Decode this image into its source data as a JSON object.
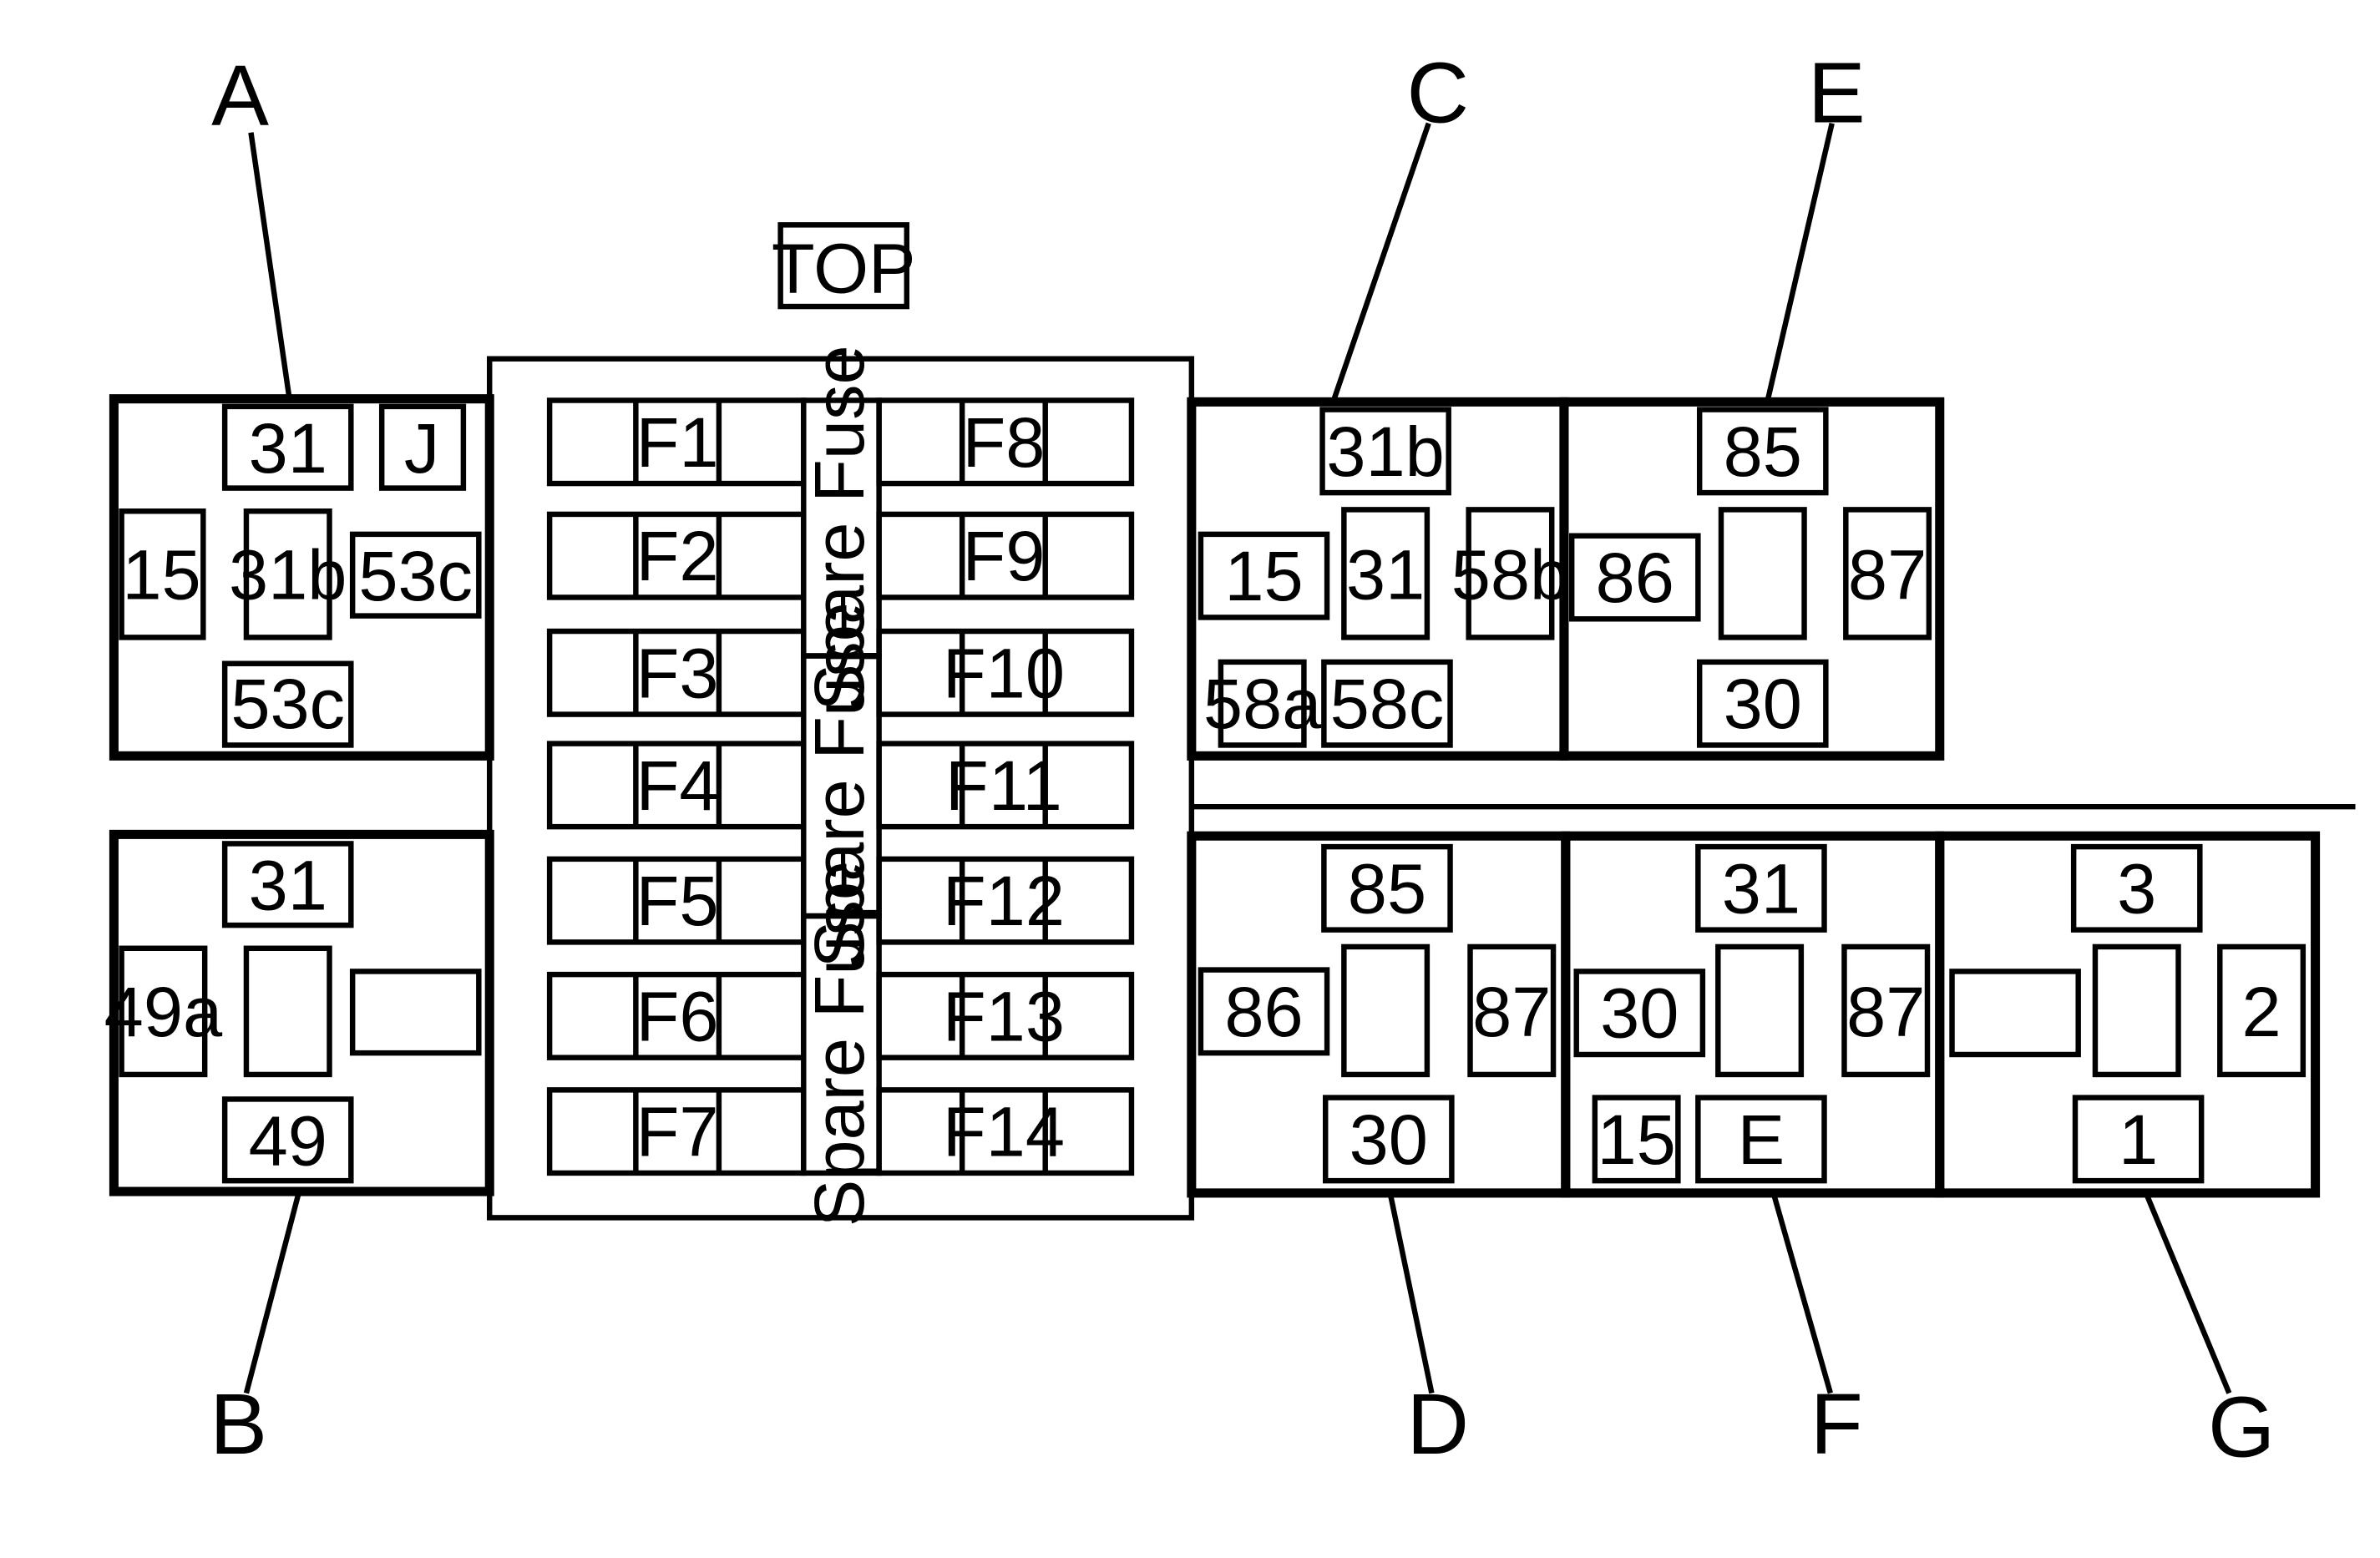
{
  "callouts": {
    "a": "A",
    "b": "B",
    "c": "C",
    "d": "D",
    "e": "E",
    "f": "F",
    "g": "G"
  },
  "top_label": "TOP",
  "block_a": {
    "t31": "31",
    "j": "J",
    "t15": "15",
    "t31b": "31b",
    "t53c_right": "53c",
    "t53c_bottom": "53c"
  },
  "block_b": {
    "t31": "31",
    "t49a": "49a",
    "t49": "49"
  },
  "fuses": {
    "left": [
      "F1",
      "F2",
      "F3",
      "F4",
      "F5",
      "F6",
      "F7"
    ],
    "right": [
      "F8",
      "F9",
      "F10",
      "F11",
      "F12",
      "F13",
      "F14"
    ],
    "spare": [
      "Spare Fuse",
      "Spare Fuse",
      "Spare Fuse"
    ]
  },
  "block_c": {
    "t31b": "31b",
    "t15": "15",
    "t31": "31",
    "t58b": "58b",
    "t58a": "58a",
    "t58c": "58c"
  },
  "block_e": {
    "t85": "85",
    "t86": "86",
    "t87": "87",
    "t30": "30"
  },
  "block_d": {
    "t85": "85",
    "t86": "86",
    "t87": "87",
    "t30": "30"
  },
  "block_f": {
    "t31": "31",
    "t30": "30",
    "t87": "87",
    "t15": "15",
    "e": "E"
  },
  "block_g": {
    "t3": "3",
    "t2": "2",
    "t1": "1"
  }
}
